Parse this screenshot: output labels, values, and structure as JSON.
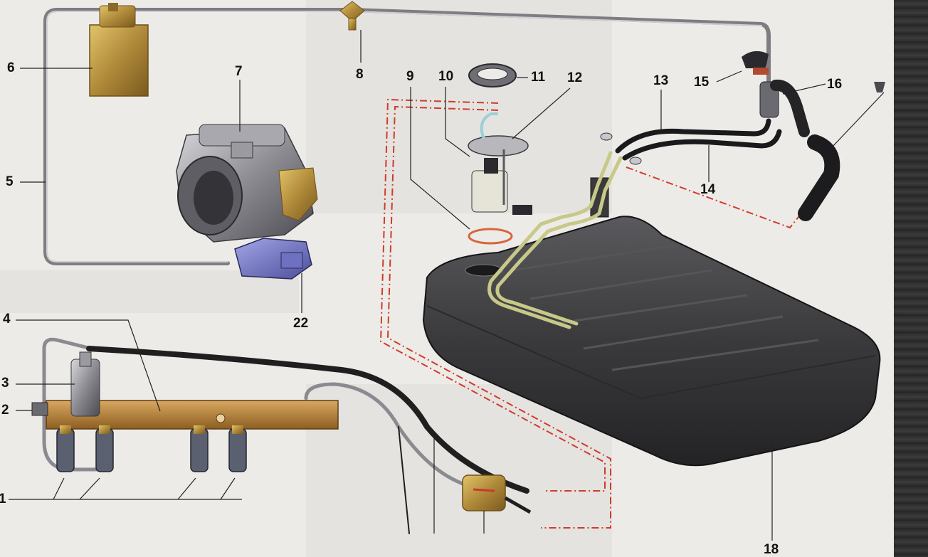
{
  "diagram": {
    "colors": {
      "background": "#ecebe8",
      "fuel_line": "#9a9a9a",
      "tank": "#3a3a3c",
      "brass": "#b08a3a",
      "hose": "#1f1f1f",
      "callout_line": "#222222",
      "vapor_line_dashed": "#d23a2a"
    },
    "labels": [
      {
        "id": "1",
        "text": "1"
      },
      {
        "id": "2",
        "text": "2"
      },
      {
        "id": "3",
        "text": "3"
      },
      {
        "id": "4",
        "text": "4"
      },
      {
        "id": "5",
        "text": "5"
      },
      {
        "id": "6",
        "text": "6"
      },
      {
        "id": "7",
        "text": "7"
      },
      {
        "id": "8",
        "text": "8"
      },
      {
        "id": "9",
        "text": "9"
      },
      {
        "id": "10",
        "text": "10"
      },
      {
        "id": "11",
        "text": "11"
      },
      {
        "id": "12",
        "text": "12"
      },
      {
        "id": "13",
        "text": "13"
      },
      {
        "id": "14",
        "text": "14"
      },
      {
        "id": "15",
        "text": "15"
      },
      {
        "id": "16",
        "text": "16"
      },
      {
        "id": "18",
        "text": "18"
      },
      {
        "id": "22",
        "text": "22"
      }
    ]
  }
}
